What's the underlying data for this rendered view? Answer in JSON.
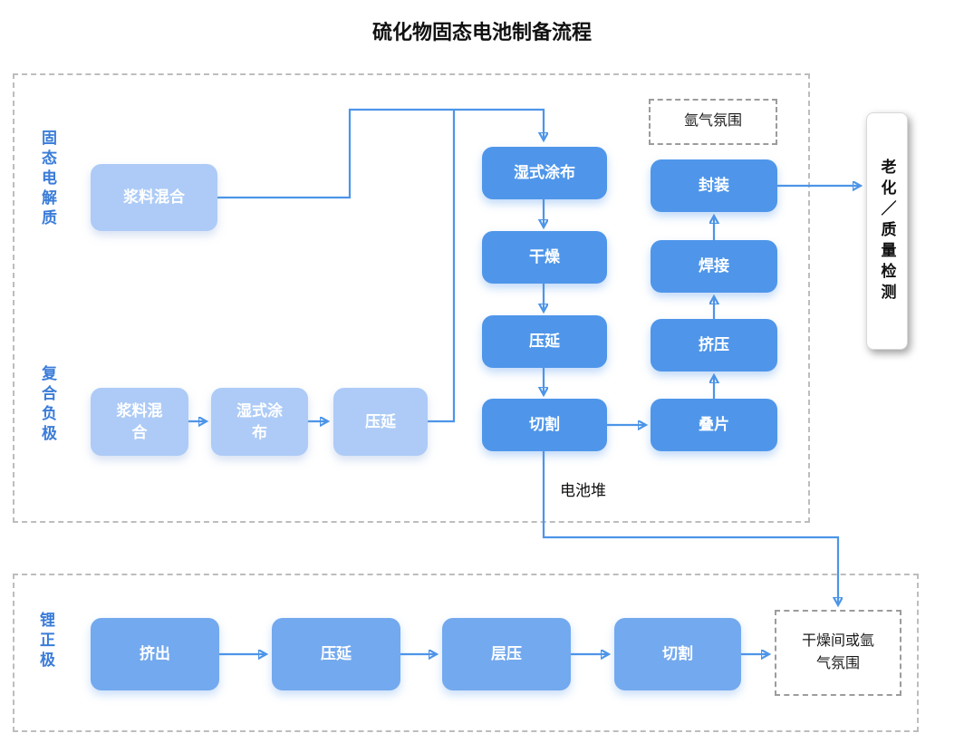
{
  "title": "硫化物固态电池制备流程",
  "labels": {
    "electrolyte": "固态电解质",
    "anode": "复合负极",
    "cathode": "锂正极",
    "cell_stack": "电池堆"
  },
  "nodes": {
    "slurry_mix_1": "浆料混合",
    "wet_coating_1": "湿式涂布",
    "drying": "干燥",
    "calendering_1": "压延",
    "cutting_1": "切割",
    "packaging": "封装",
    "welding": "焊接",
    "pressing": "挤压",
    "stacking": "叠片",
    "argon_atmosphere": "氩气氛围",
    "aging_qc": "老化／质量检测",
    "slurry_mix_2": "浆料混合",
    "wet_coating_2": "湿式涂布",
    "calendering_2": "压延",
    "extrusion": "挤出",
    "calendering_3": "压延",
    "lamination": "层压",
    "cutting_2": "切割",
    "dry_room": "干燥间或氩气氛围"
  },
  "colors": {
    "node_blue": "#4f96ea",
    "node_mid_blue": "#73a9ee",
    "node_light_blue": "#adcbf6",
    "arrow_blue": "#4d95e8",
    "label_blue": "#3a7cd8"
  }
}
